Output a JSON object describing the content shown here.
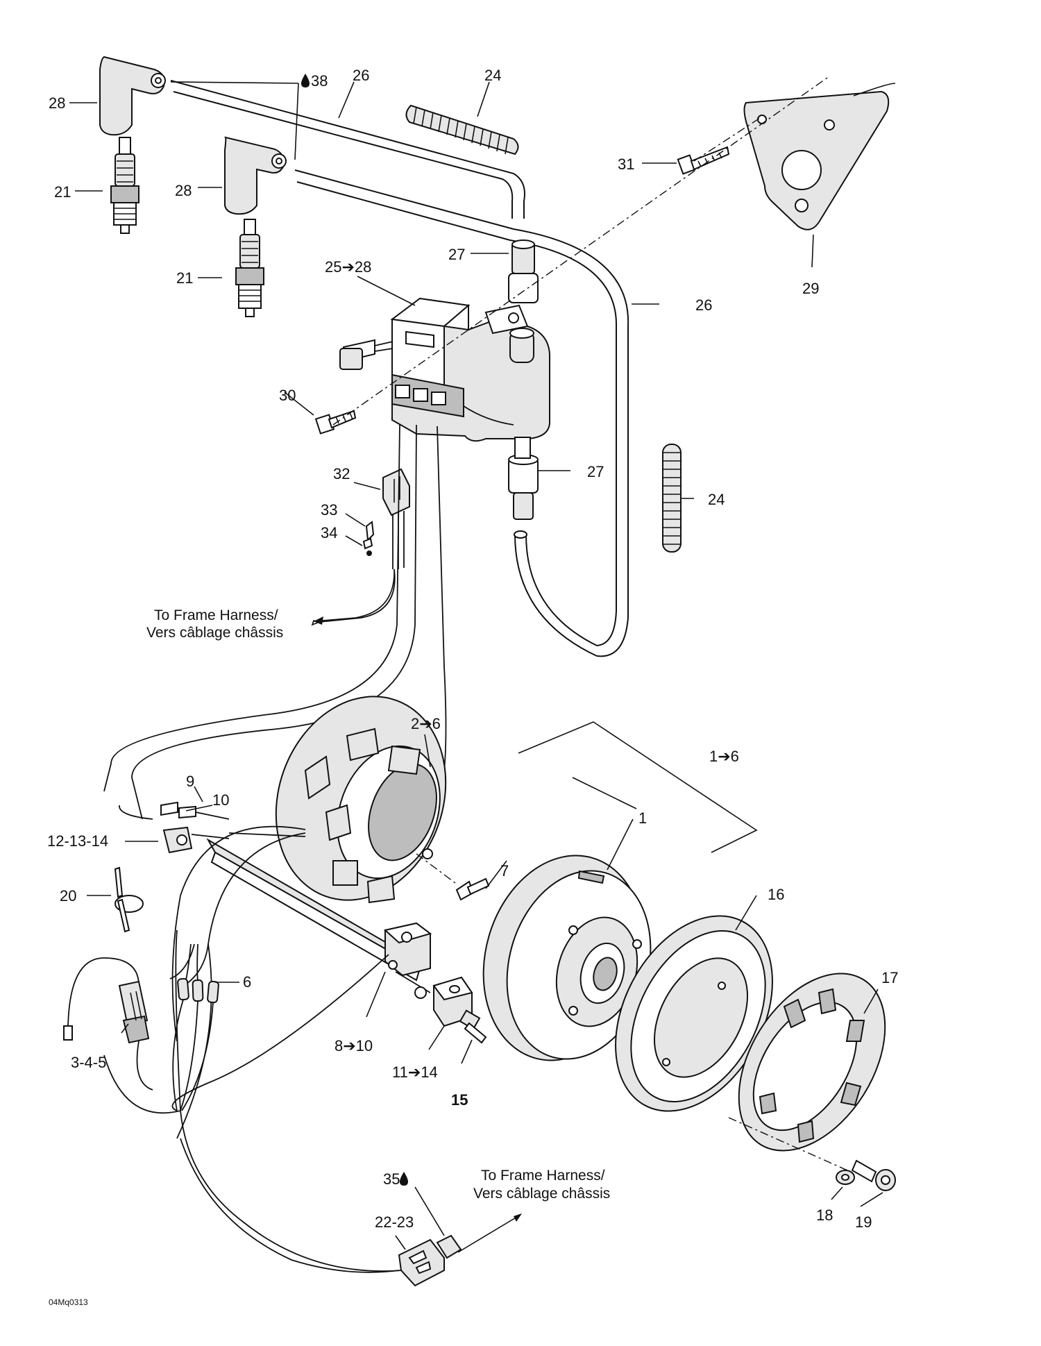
{
  "labels": {
    "l1": "1",
    "l1_6": "1➔6",
    "l2_6": "2➔6",
    "l3_4_5": "3-4-5",
    "l6": "6",
    "l7": "7",
    "l8_10": "8➔10",
    "l9": "9",
    "l10": "10",
    "l11_14": "11➔14",
    "l12_13_14": "12-13-14",
    "l15": "15",
    "l16": "16",
    "l17": "17",
    "l18": "18",
    "l19": "19",
    "l20": "20",
    "l21a": "21",
    "l21b": "21",
    "l22_23": "22-23",
    "l24a": "24",
    "l24b": "24",
    "l25_28": "25➔28",
    "l26a": "26",
    "l26b": "26",
    "l27a": "27",
    "l27b": "27",
    "l28a": "28",
    "l28b": "28",
    "l29": "29",
    "l30": "30",
    "l31": "31",
    "l32": "32",
    "l33": "33",
    "l34": "34",
    "l35": "35",
    "l38": "38"
  },
  "notes": {
    "frame_harness_top_line1": "To Frame Harness/",
    "frame_harness_top_line2": "Vers câblage châssis",
    "frame_harness_bottom_line1": "To Frame Harness/",
    "frame_harness_bottom_line2": "Vers câblage châssis"
  },
  "drawing_code": "04Mq0313",
  "icons": {
    "lubricant": "oil-drop-icon"
  }
}
